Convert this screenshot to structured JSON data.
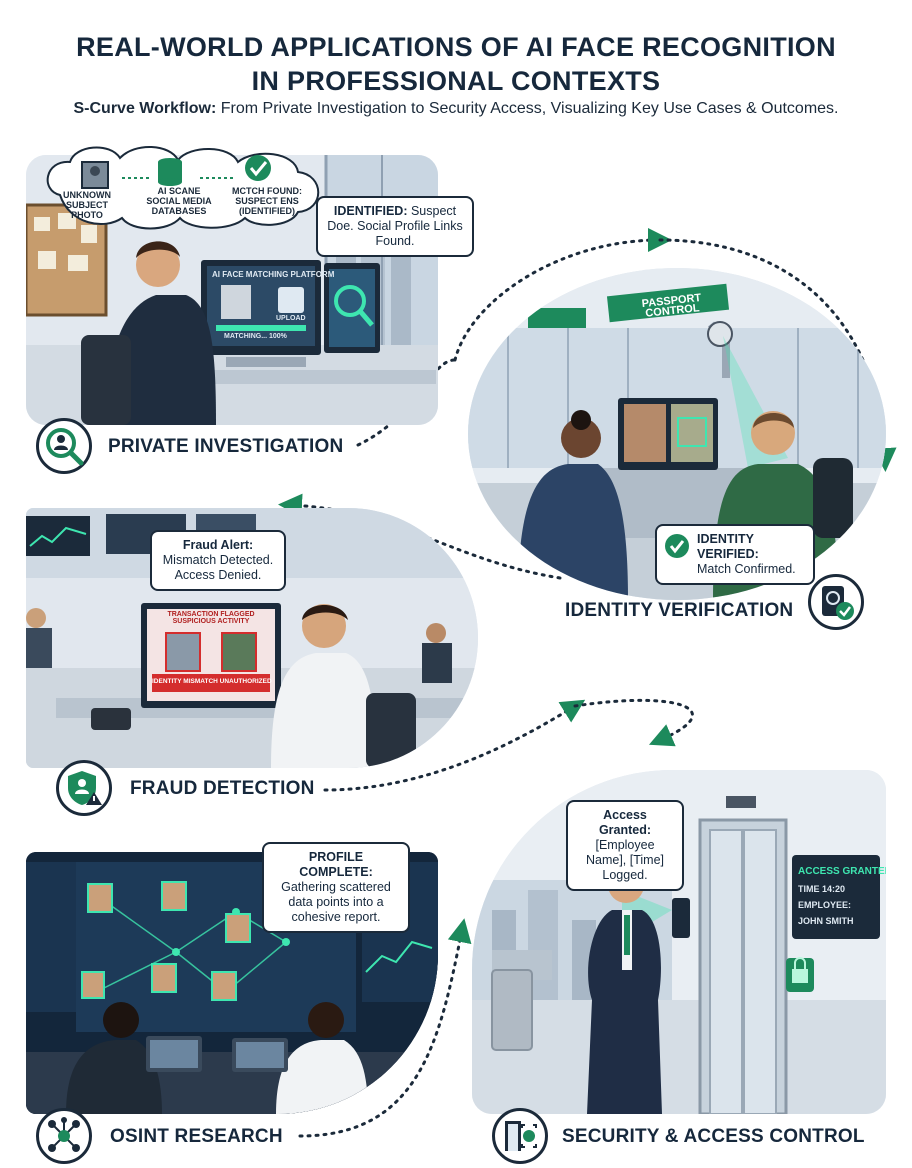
{
  "header": {
    "title_line1": "REAL-WORLD APPLICATIONS OF AI FACE RECOGNITION",
    "title_line2": "IN PROFESSIONAL CONTEXTS",
    "subtitle_bold": "S-Curve Workflow:",
    "subtitle_rest": " From Private Investigation to Security Access, Visualizing Key Use Cases & Outcomes."
  },
  "private_investigation": {
    "label": "PRIVATE INVESTIGATION",
    "icon": "magnifier-person-icon",
    "flow": [
      "UNKNOWN SUBJECT PHOTO",
      "AI SCANE SOCIAL MEDIA DATABASES",
      "MCTCH FOUND: SUSPECT ENS (IDENTIFIED)"
    ],
    "bubble_bold": "IDENTIFIED:",
    "bubble_rest": " Suspect Doe. Social Profile Links Found.",
    "screen_title": "AI FACE MATCHING PLATFORM",
    "screen_upload": "UPLOAD",
    "screen_progress": "MATCHING... 100%"
  },
  "identity_verification": {
    "label": "IDENTITY VERIFICATION",
    "icon": "passport-check-icon",
    "sign": "PASSPORT CONTROL",
    "bubble_bold": "IDENTITY VERIFIED:",
    "bubble_rest": "Match Confirmed."
  },
  "fraud_detection": {
    "label": "FRAUD DETECTION",
    "icon": "shield-alert-icon",
    "bubble_bold": "Fraud Alert:",
    "bubble_rest": "Mismatch Detected. Access Denied.",
    "screen_title": "TRANSACTION FLAGGED SUSPICIOUS ACTIVITY",
    "screen_alert": "IDENTITY MISMATCH UNAUTHORIZED"
  },
  "security_access": {
    "label": "SECURITY & ACCESS CONTROL",
    "icon": "door-face-scan-icon",
    "bubble_bold": "Access Granted:",
    "bubble_rest": "[Employee Name], [Time] Logged.",
    "display_line1": "ACCESS GRANTED",
    "display_line2": "TIME 14:20",
    "display_line3": "EMPLOYEE:",
    "display_line4": "JOHN SMITH"
  },
  "osint_research": {
    "label": "OSINT RESEARCH",
    "icon": "network-nodes-icon",
    "bubble_bold": "PROFILE COMPLETE:",
    "bubble_rest": "Gathering scattered data points into a cohesive report."
  },
  "colors": {
    "accent": "#1d8a5c",
    "navy": "#16283c",
    "panel_bg": "#dfe7ef",
    "glow": "#3ee6b0"
  }
}
